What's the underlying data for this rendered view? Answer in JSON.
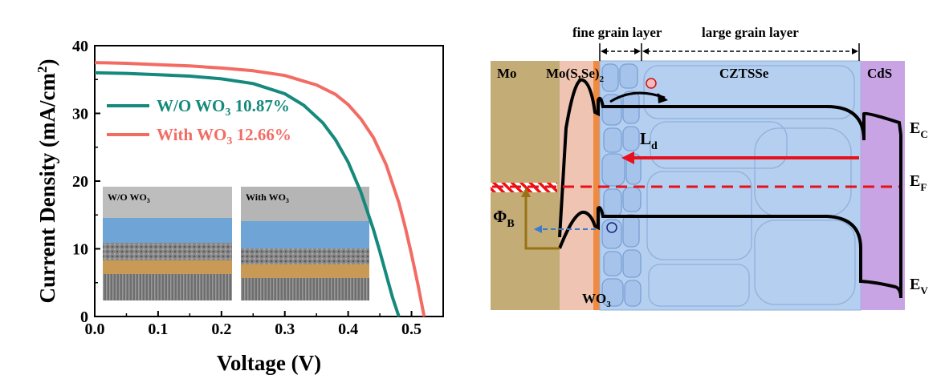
{
  "chart_data": {
    "type": "line",
    "xlabel": "Voltage (V)",
    "ylabel_main": "Current Density (mA/cm",
    "ylabel_sup": "2",
    "ylabel_close": ")",
    "xlim": [
      0.0,
      0.55
    ],
    "ylim": [
      0,
      40
    ],
    "xticks": [
      "0.0",
      "0.1",
      "0.2",
      "0.3",
      "0.4",
      "0.5"
    ],
    "yticks": [
      "0",
      "10",
      "20",
      "30",
      "40"
    ],
    "series": [
      {
        "name_main": "W/O WO",
        "name_sub": "3",
        "name_tail": " 10.87%",
        "color": "#14897C",
        "x": [
          0.0,
          0.05,
          0.1,
          0.15,
          0.2,
          0.25,
          0.3,
          0.33,
          0.36,
          0.38,
          0.4,
          0.42,
          0.44,
          0.45,
          0.46,
          0.47,
          0.48
        ],
        "y": [
          36.0,
          35.9,
          35.7,
          35.5,
          35.1,
          34.4,
          32.9,
          31.2,
          28.6,
          26.1,
          22.8,
          18.4,
          12.8,
          9.6,
          6.2,
          2.8,
          0.0
        ]
      },
      {
        "name_main": "With WO",
        "name_sub": "3",
        "name_tail": " 12.66%",
        "color": "#F26C64",
        "x": [
          0.0,
          0.05,
          0.1,
          0.15,
          0.2,
          0.25,
          0.3,
          0.35,
          0.38,
          0.4,
          0.42,
          0.44,
          0.46,
          0.48,
          0.49,
          0.5,
          0.51,
          0.52
        ],
        "y": [
          37.5,
          37.4,
          37.2,
          37.0,
          36.7,
          36.3,
          35.6,
          34.2,
          32.8,
          31.3,
          29.2,
          26.4,
          22.4,
          16.8,
          13.2,
          9.2,
          4.8,
          0.0
        ]
      }
    ],
    "insets": [
      {
        "label_main": "W/O WO",
        "label_sub": "3"
      },
      {
        "label_main": "With WO",
        "label_sub": "3"
      }
    ]
  },
  "diagram": {
    "header_fine": "fine grain layer",
    "header_large": "large grain layer",
    "region_mo": "Mo",
    "region_moss_main": "Mo(S,Se)",
    "region_moss_sub": "2",
    "region_czts": "CZTSSe",
    "region_cds": "CdS",
    "ld_main": "L",
    "ld_sub": "d",
    "phi_main": "Φ",
    "phi_sub": "B",
    "wo3_main": "WO",
    "wo3_sub": "3",
    "ec_main": "E",
    "ec_sub": "C",
    "ef_main": "E",
    "ef_sub": "F",
    "ev_main": "E",
    "ev_sub": "V"
  }
}
